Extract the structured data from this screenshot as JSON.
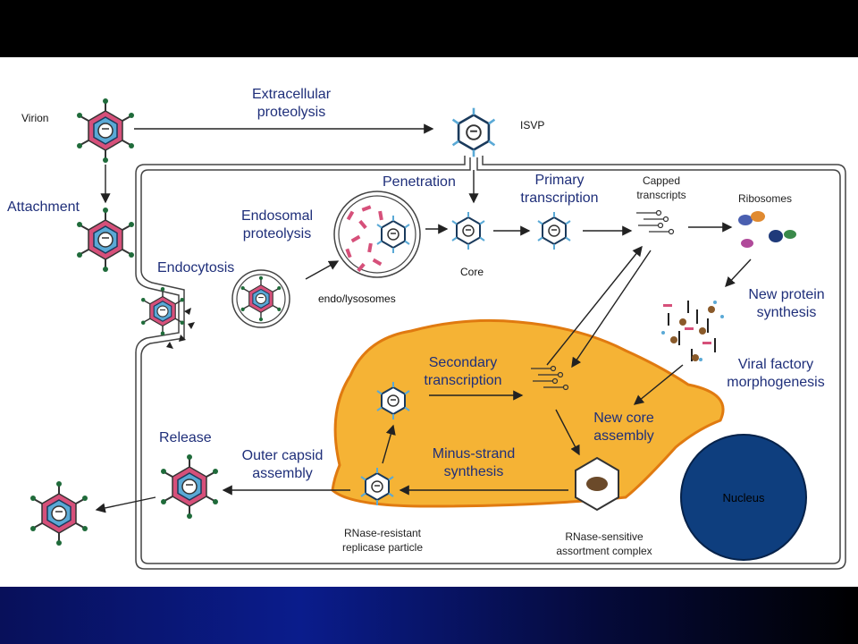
{
  "labels": {
    "virion": "Virion",
    "extracellular": [
      "Extracellular",
      "proteolysis"
    ],
    "isvp": "ISVP",
    "attachment": "Attachment",
    "penetration": "Penetration",
    "primary": [
      "Primary",
      "transcription"
    ],
    "capped": [
      "Capped",
      "transcripts"
    ],
    "ribosomes": "Ribosomes",
    "endosomal": [
      "Endosomal",
      "proteolysis"
    ],
    "endocytosis": "Endocytosis",
    "endo_lysosomes": "endo/lysosomes",
    "core": "Core",
    "new_protein": [
      "New protein",
      "synthesis"
    ],
    "viral_factory": [
      "Viral factory",
      "morphogenesis"
    ],
    "secondary": [
      "Secondary",
      "transcription"
    ],
    "new_core": [
      "New core",
      "assembly"
    ],
    "release": "Release",
    "outer_capsid": [
      "Outer capsid",
      "assembly"
    ],
    "minus_strand": [
      "Minus-strand",
      "synthesis"
    ],
    "nucleus": "Nucleus",
    "rnase_resistant": [
      "RNase-resistant",
      "replicase particle"
    ],
    "rnase_sensitive": [
      "RNase-sensitive",
      "assortment complex"
    ]
  },
  "colors": {
    "label_blue": "#1f2f7a",
    "factory_orange": "#f5b335",
    "factory_border": "#e07a10",
    "nucleus_blue": "#0e3e7e",
    "capsid_pink": "#d6507a",
    "core_blue": "#5aa9d6",
    "spike_green": "#1f6b3a"
  }
}
